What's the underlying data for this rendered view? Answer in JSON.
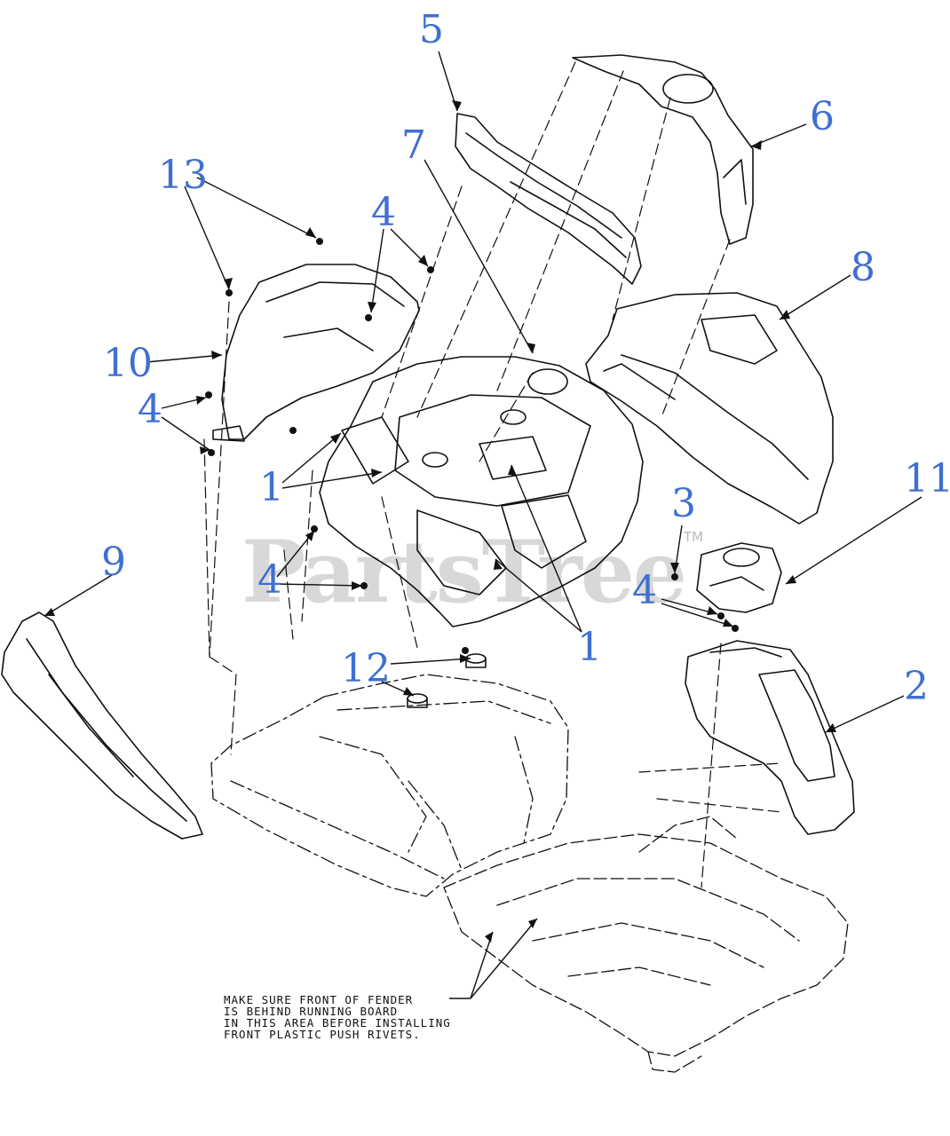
{
  "callouts": {
    "c1a": "1",
    "c1b": "1",
    "c2": "2",
    "c3": "3",
    "c4a": "4",
    "c4b": "4",
    "c4c": "4",
    "c4d": "4",
    "c5": "5",
    "c6": "6",
    "c7": "7",
    "c8": "8",
    "c9": "9",
    "c10": "10",
    "c11": "11",
    "c12": "12",
    "c13": "13"
  },
  "watermark": {
    "text": "PartsTree",
    "tm": "TM"
  },
  "note": {
    "line1": "MAKE SURE FRONT OF FENDER",
    "line2": "IS BEHIND RUNNING BOARD",
    "line3": "IN THIS AREA BEFORE INSTALLING",
    "line4": "FRONT PLASTIC PUSH RIVETS."
  },
  "colors": {
    "callout": "#3f6fd1",
    "linework": "#111111",
    "watermark": "#cfcfcf"
  }
}
